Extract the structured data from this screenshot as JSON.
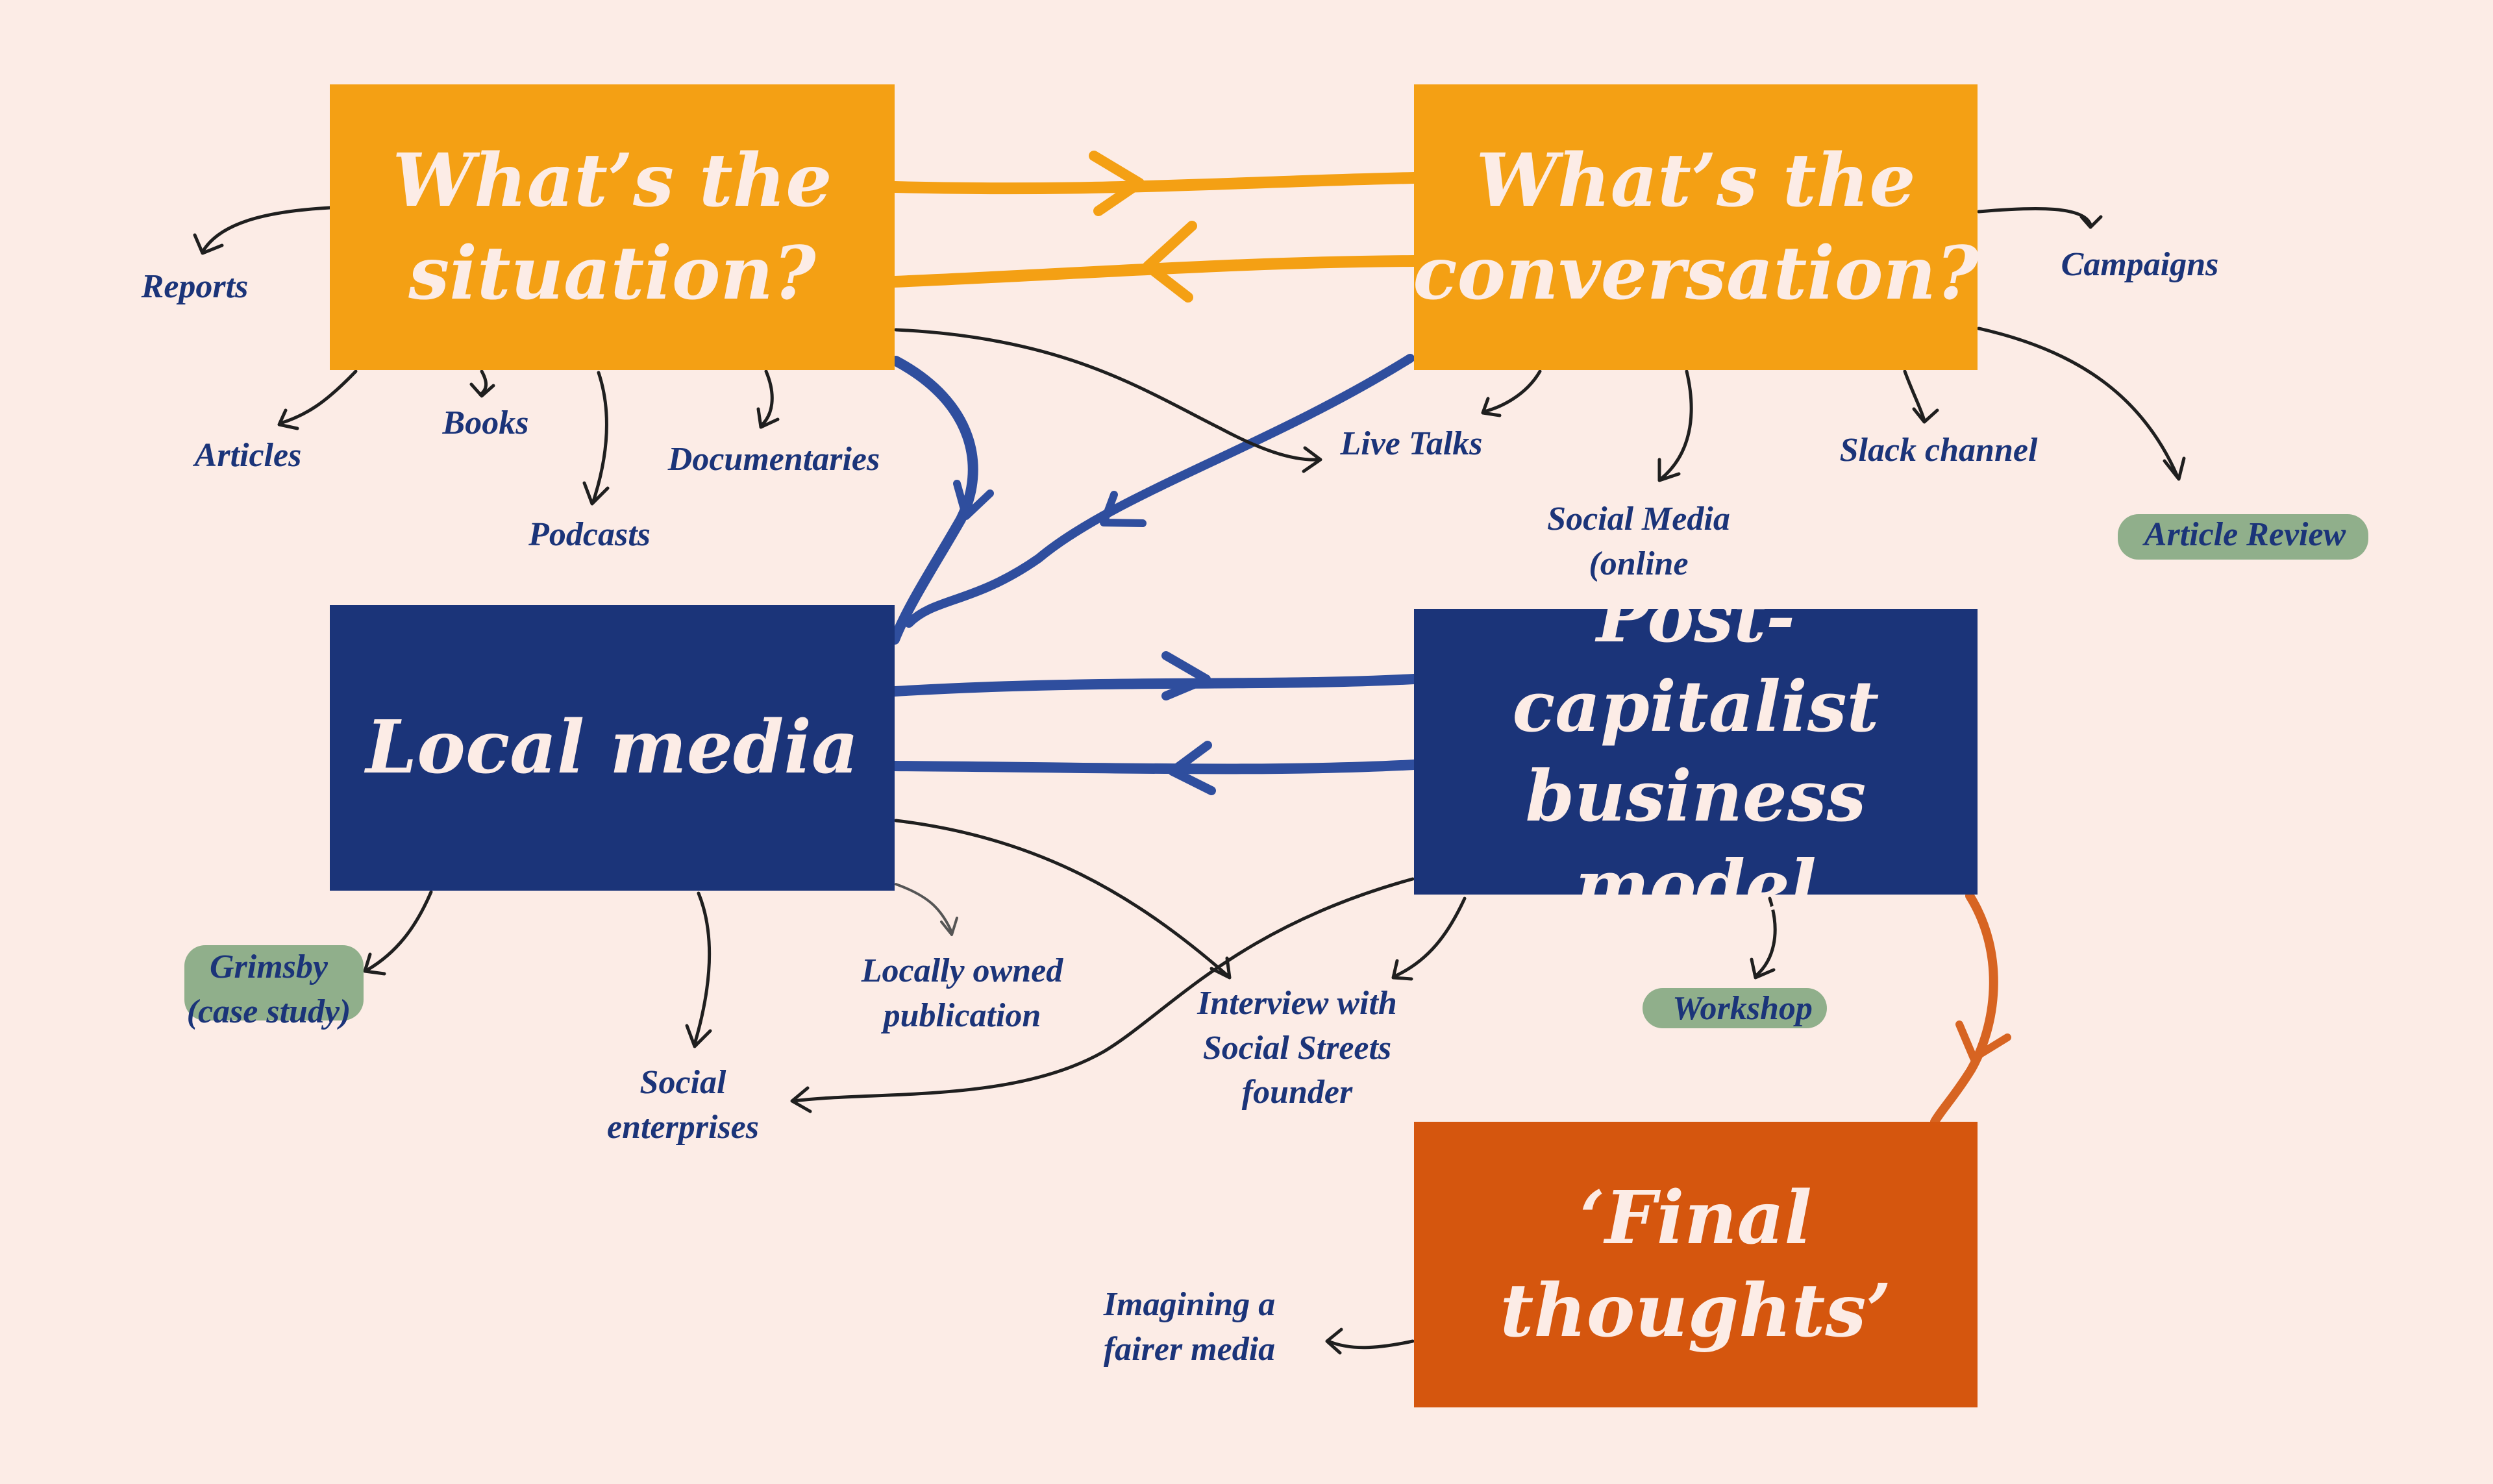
{
  "colors": {
    "background": "#fcece6",
    "orange": "#f4a014",
    "navy": "#1b3479",
    "rust": "#d5560e",
    "highlight": "#8aac86",
    "text_on_box": "#fcece6",
    "label_text": "#1b3479",
    "connector": "#1f1f1f"
  },
  "boxes": {
    "situation": "What’s the\nsituation?",
    "conversation": "What’s the\nconversation?",
    "local_media": "Local media",
    "business_model": "Post-capitalist\nbusiness model",
    "final_thoughts": "‘Final thoughts’"
  },
  "labels": {
    "reports": "Reports",
    "articles": "Articles",
    "books": "Books",
    "podcasts": "Podcasts",
    "documentaries": "Documentaries",
    "live_talks": "Live Talks",
    "social_media": "Social Media\n(online",
    "slack_channel": "Slack channel",
    "campaigns": "Campaigns",
    "article_review": "Article Review",
    "grimsby": "Grimsby\n(case study)",
    "social_enterprises": "Social\nenterprises",
    "locally_owned": "Locally owned\npublication",
    "interview": "Interview with\nSocial Streets\nfounder",
    "workshop": "Workshop",
    "imagining": "Imagining a\nfairer media"
  },
  "highlighted_labels": [
    "Article Review",
    "Grimsby (case study)",
    "Workshop"
  ]
}
